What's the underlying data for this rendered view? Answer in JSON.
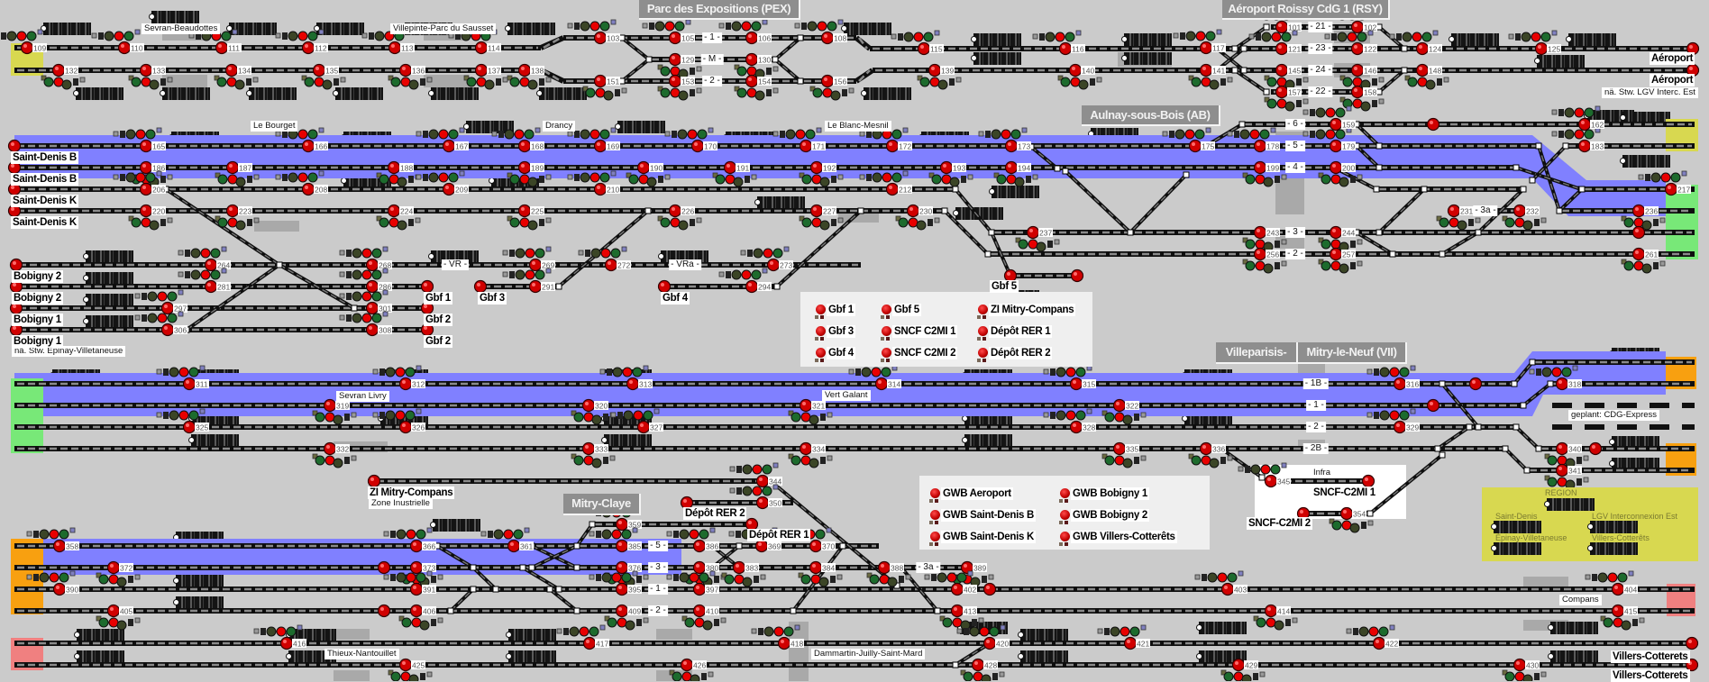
{
  "headers": {
    "pex": "Parc des Expositions (PEX)",
    "rsy": "Aéroport Roissy CdG 1 (RSY)",
    "ab": "Aulnay-sous-Bois (AB)",
    "villeparisis": "Villeparisis-",
    "mitry_le_neuf": "Mitry-le-Neuf (VII)",
    "mitry_claye": "Mitry-Claye"
  },
  "stations": [
    "Sevran-Beaudottes",
    "Villepinte-Parc du Sausset",
    "Le Bourget",
    "Drancy",
    "Le Blanc-Mesnil",
    "Sevran Livry",
    "Vert Galant",
    "Thieux-Nantouillet",
    "Dammartin-Juilly-Saint-Mard",
    "Compans",
    "geplant: CDG-Express",
    "Zone Inustrielle",
    "nä. Stw. LGV Interc. Est",
    "nä. Stw. Epinay-Villetaneuse",
    "Infra"
  ],
  "places": [
    "Saint-Denis B",
    "Saint-Denis B",
    "Saint-Denis K",
    "Saint-Denis K",
    "Aéroport",
    "Aéroport",
    "Bobigny 2",
    "Bobigny 2",
    "Bobigny 1",
    "Bobigny 1",
    "Gbf 1",
    "Gbf 2",
    "Gbf 2",
    "Gbf 3",
    "Gbf 4",
    "Gbf 5",
    "ZI Mitry-Compans",
    "Dépôt RER 2",
    "Dépôt RER 1",
    "SNCF-C2MI 1",
    "SNCF-C2MI 2",
    "Villers-Cotterets",
    "Villers-Cotterets"
  ],
  "track_labels": [
    "- 1 -",
    "- M -",
    "- 2 -",
    "- 21 -",
    "- 23 -",
    "- 24 -",
    "- 22 -",
    "- 6 -",
    "- 5 -",
    "- 4 -",
    "- 3a -",
    "- 3 -",
    "- 2 -",
    "- VR -",
    "- VRa -",
    "- 1B -",
    "- 1 -",
    "- 2 -",
    "- 2B -",
    "- 5 -",
    "- 3 -",
    "- 1 -",
    "- 2 -",
    "- 3a -"
  ],
  "signals": [
    "109",
    "110",
    "111",
    "112",
    "113",
    "114",
    "132",
    "133",
    "134",
    "135",
    "136",
    "137",
    "138",
    "103",
    "105",
    "106",
    "108",
    "129",
    "130",
    "151",
    "153",
    "154",
    "156",
    "115",
    "116",
    "139",
    "140",
    "117",
    "141",
    "101",
    "102",
    "121",
    "122",
    "145",
    "146",
    "157",
    "158",
    "124",
    "148",
    "125",
    "165",
    "166",
    "167",
    "168",
    "169",
    "170",
    "171",
    "172",
    "173",
    "175",
    "178",
    "179",
    "183",
    "186",
    "187",
    "188",
    "189",
    "190",
    "191",
    "192",
    "193",
    "194",
    "199",
    "200",
    "206",
    "208",
    "209",
    "210",
    "212",
    "217",
    "220",
    "223",
    "224",
    "225",
    "226",
    "227",
    "230",
    "231",
    "232",
    "236",
    "159",
    "162",
    "237",
    "243",
    "244",
    "256",
    "257",
    "261",
    "264",
    "268",
    "281",
    "286",
    "297",
    "301",
    "306",
    "308",
    "269",
    "272",
    "273",
    "291",
    "294",
    "311",
    "312",
    "313",
    "314",
    "315",
    "316",
    "318",
    "319",
    "320",
    "321",
    "322",
    "325",
    "326",
    "327",
    "328",
    "329",
    "332",
    "333",
    "334",
    "335",
    "336",
    "340",
    "341",
    "345",
    "354",
    "344",
    "350",
    "359",
    "358",
    "366",
    "361",
    "385",
    "386",
    "369",
    "370",
    "372",
    "373",
    "376",
    "380",
    "383",
    "384",
    "388",
    "389",
    "390",
    "391",
    "395",
    "397",
    "402",
    "403",
    "404",
    "405",
    "406",
    "409",
    "410",
    "413",
    "414",
    "415",
    "416",
    "417",
    "418",
    "420",
    "421",
    "422",
    "425",
    "426",
    "428",
    "429",
    "430"
  ],
  "legend_sidings": [
    "Gbf 1",
    "Gbf 3",
    "Gbf 4",
    "Gbf 5",
    "SNCF C2MI 1",
    "SNCF C2MI 2",
    "ZI Mitry-Compans",
    "Dépôt RER 1",
    "Dépôt RER 2"
  ],
  "legend_gwb": [
    "GWB Aeroport",
    "GWB Saint-Denis B",
    "GWB Saint-Denis K",
    "GWB Bobigny 1",
    "GWB Bobigny 2",
    "GWB Villers-Cotterêts"
  ],
  "region": {
    "title": "REGION",
    "items": [
      "Saint-Denis",
      "LGV Interconnexion Est",
      "Épinay-Villetaneuse",
      "Villers-Cotterêts"
    ]
  },
  "colors": {
    "background": "#cbcbcb",
    "route_band": "#8080ff",
    "signal_red": "#d00000",
    "signal_green": "#1d6b2d",
    "end_yellow": "#d8d850",
    "end_green": "#78e878",
    "end_orange": "#f8a010",
    "end_red": "#f08080"
  }
}
